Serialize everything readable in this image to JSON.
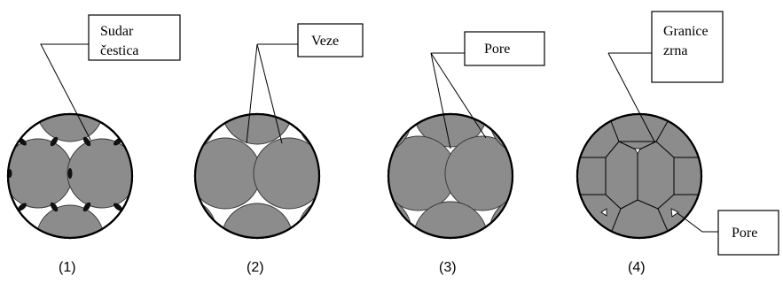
{
  "stages": [
    {
      "label": "(1)",
      "callout_lines": [
        "Sudar",
        "čestica"
      ]
    },
    {
      "label": "(2)",
      "callout_lines": [
        "Veze"
      ]
    },
    {
      "label": "(3)",
      "callout_lines": [
        "Pore"
      ]
    },
    {
      "label": "(4)",
      "callout_lines": [
        "Granice",
        "zrna"
      ],
      "extra_callout_lines": [
        "Pore"
      ]
    }
  ],
  "colors": {
    "grain_fill": "#8c8c8c",
    "pore_fill": "#ffffff",
    "neck_fill": "#111111",
    "outline": "#000000"
  }
}
